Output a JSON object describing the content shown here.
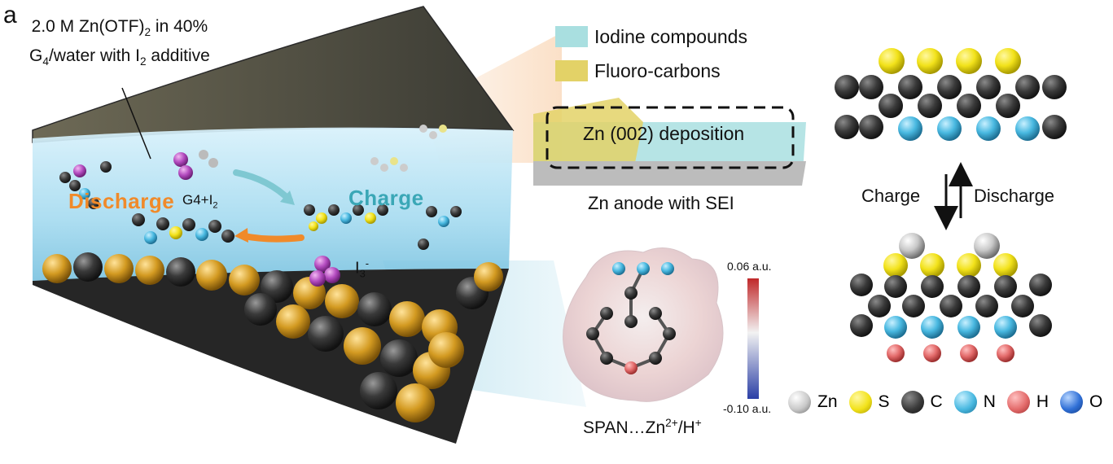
{
  "panel_letter": "a",
  "electrolyte": {
    "line1_a": "2.0 M Zn(OTF)",
    "line1_sub": "2",
    "line1_b": " in 40%",
    "line2_a": "G",
    "line2_sub": "4",
    "line2_b": "/water with I",
    "line2_sub2": "2",
    "line2_c": " additive"
  },
  "cell_labels": {
    "discharge": "Discharge",
    "charge": "Charge",
    "g4_a": "G4+I",
    "g4_sub": "2",
    "i3_a": "I",
    "i3_sub": "3",
    "i3_sup": "-"
  },
  "sei": {
    "legend": [
      {
        "label": "Iodine compounds",
        "color": "#a9dfe0"
      },
      {
        "label": "Fluoro-carbons",
        "color": "#e3d267"
      }
    ],
    "deposition_label": "Zn (002) deposition",
    "caption": "Zn anode with SEI"
  },
  "esp": {
    "caption_a": "SPAN…Zn",
    "caption_sup": "2+",
    "caption_b": "/H",
    "caption_sup2": "+",
    "colorbar_max": "0.06 a.u.",
    "colorbar_min": "-0.10 a.u."
  },
  "reaction": {
    "charge_label": "Charge",
    "discharge_label": "Discharge"
  },
  "atom_legend": [
    {
      "symbol": "Zn",
      "color": "#c8c8c8"
    },
    {
      "symbol": "S",
      "color": "#f2e21a"
    },
    {
      "symbol": "C",
      "color": "#3a3a3a"
    },
    {
      "symbol": "N",
      "color": "#48b8e0"
    },
    {
      "symbol": "H",
      "color": "#e36a6a"
    },
    {
      "symbol": "O",
      "color": "#2f6fd6"
    }
  ],
  "colors": {
    "discharge": "#f08a2a",
    "charge": "#3aa7b6",
    "electrolyte": "#bfe7f7",
    "anode_gold": "#d39a21",
    "anode_dark": "#2c2c2c"
  }
}
